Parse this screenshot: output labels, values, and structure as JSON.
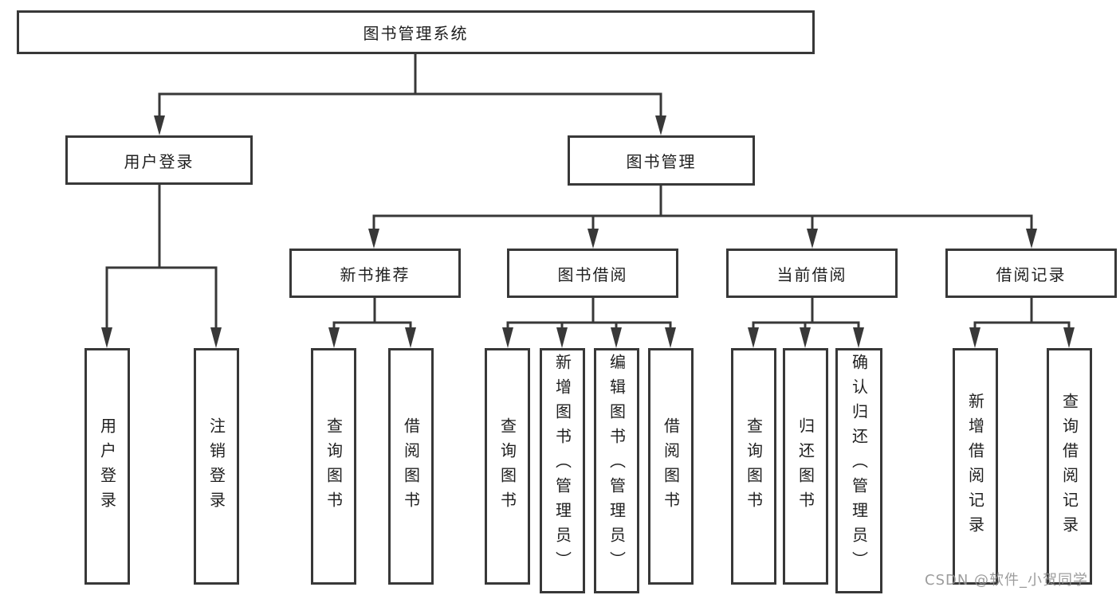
{
  "watermark": "CSDN @软件_小贺同学",
  "colors": {
    "line": "#383838",
    "text": "#1f1f1f",
    "box_background": "#ffffff",
    "watermark": "#919191"
  },
  "tree": {
    "root": {
      "label": "图书管理系统"
    },
    "branches": [
      {
        "label": "用户登录",
        "children": [
          {
            "label": "用户登录"
          },
          {
            "label": "注销登录"
          }
        ]
      },
      {
        "label": "图书管理",
        "children": [
          {
            "label": "新书推荐",
            "children": [
              {
                "label": "查询图书"
              },
              {
                "label": "借阅图书"
              }
            ]
          },
          {
            "label": "图书借阅",
            "children": [
              {
                "label": "查询图书"
              },
              {
                "label": "新增图书（管理员）"
              },
              {
                "label": "编辑图书（管理员）"
              },
              {
                "label": "借阅图书"
              }
            ]
          },
          {
            "label": "当前借阅",
            "children": [
              {
                "label": "查询图书"
              },
              {
                "label": "归还图书"
              },
              {
                "label": "确认归还（管理员）"
              }
            ]
          },
          {
            "label": "借阅记录",
            "children": [
              {
                "label": "新增借阅记录"
              },
              {
                "label": "查询借阅记录"
              }
            ]
          }
        ]
      }
    ]
  }
}
